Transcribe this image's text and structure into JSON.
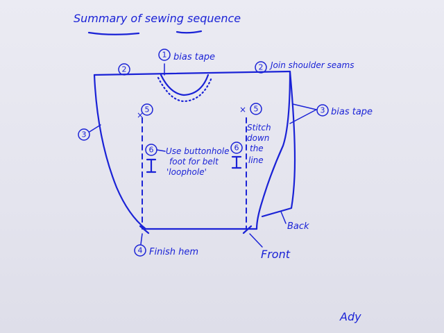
{
  "title": "Summary of sewing sequence",
  "annotations": {
    "step1_label": "bias tape",
    "step2_label": "Join shoulder seams",
    "step3_label": "bias tape",
    "step4_label": "Finish hem",
    "step6_left_note_line1": "Use buttonhole",
    "step6_left_note_line2": "foot for belt",
    "step6_left_note_line3": "'loophole'",
    "step5_right_note_line1": "Stitch",
    "step5_right_note_line2": "down",
    "step5_right_note_line3": "the",
    "step5_right_note_line4": "line",
    "front_label": "Front",
    "back_label": "Back"
  },
  "step_numbers": {
    "one": "1",
    "two_left": "2",
    "two_right": "2",
    "three_left": "3",
    "three_right": "3",
    "four": "4",
    "five_left": "5",
    "five_right": "5",
    "six_left": "6",
    "six_right": "6"
  },
  "signature": "Ady",
  "ink_color": "#1a22d6"
}
